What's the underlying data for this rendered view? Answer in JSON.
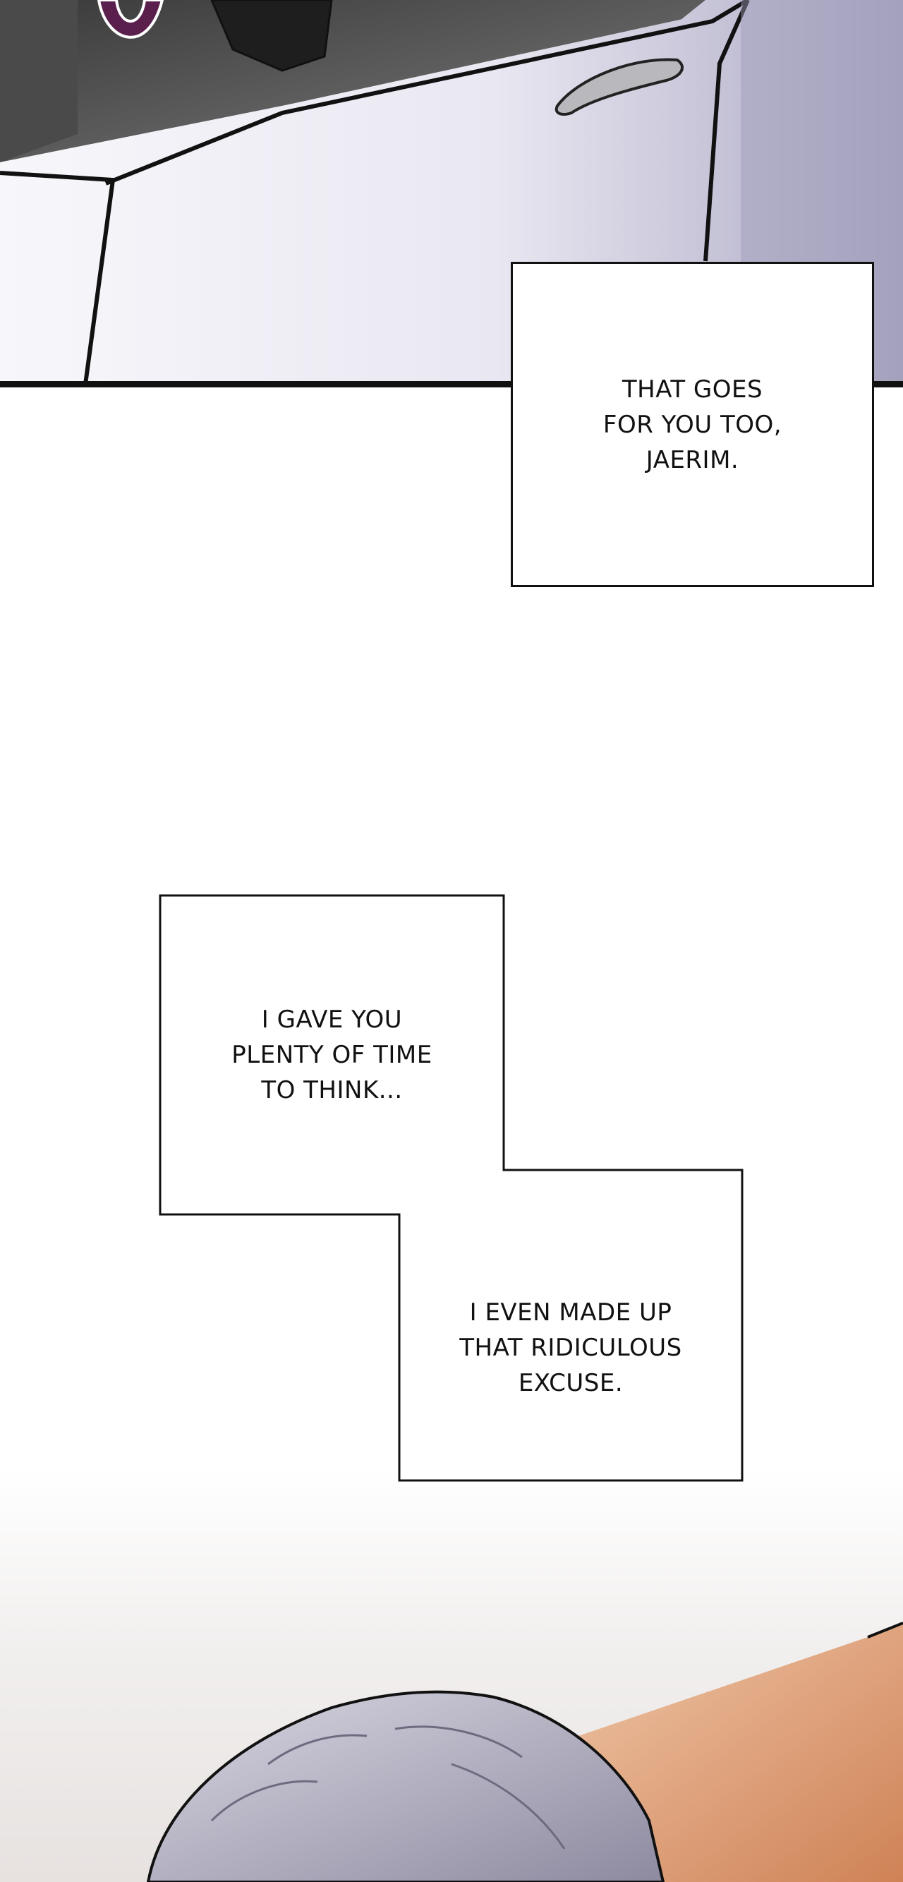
{
  "captions": {
    "jaerim": "THAT GOES\nFOR YOU TOO,\nJAERIM.",
    "time": "I GAVE YOU\nPLENTY OF TIME\nTO THINK...",
    "excuse": "I EVEN MADE UP\nTHAT RIDICULOUS\nEXCUSE."
  },
  "colors": {
    "car_body": "#eceaf4",
    "car_shadow": "#9e9bb8",
    "hair": "#b7b4c6",
    "skin": "#e2a57d",
    "ink": "#111111",
    "accent": "#5a1f4c"
  }
}
